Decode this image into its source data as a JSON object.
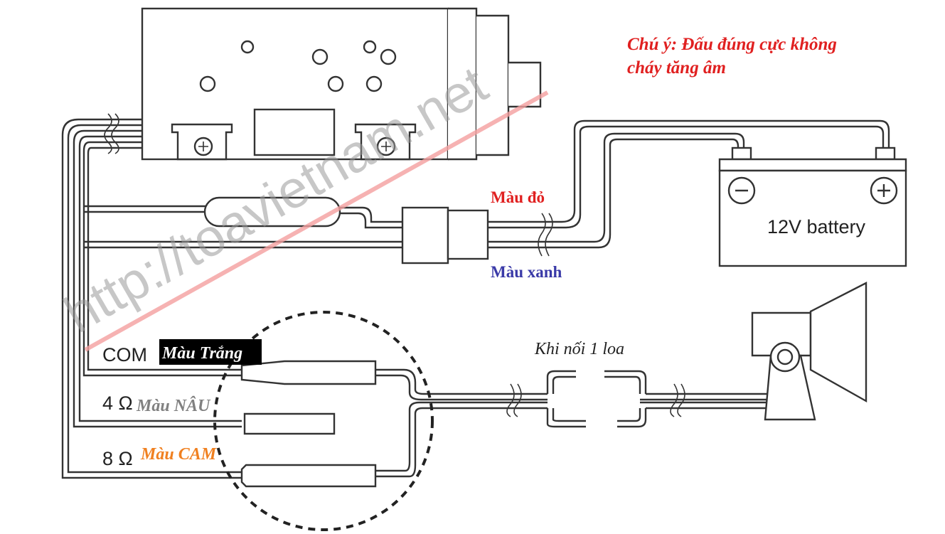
{
  "note": {
    "line1": "Chú ý: Đấu đúng cực không",
    "line2": "cháy tăng âm"
  },
  "battery": {
    "label": "12V battery",
    "neg_symbol": "−",
    "pos_symbol": "+"
  },
  "wire_labels": {
    "red": "Màu đỏ",
    "blue": "Màu xanh"
  },
  "terminals": {
    "com": {
      "label": "COM",
      "color_name": "Màu Trắng"
    },
    "ohm4": {
      "label": "4 Ω",
      "color_name": "Màu NÂU"
    },
    "ohm8": {
      "label": "8 Ω",
      "color_name": "Màu CAM"
    }
  },
  "speaker_label": "Khi nối 1 loa",
  "watermark": "http://toavietnam.net",
  "colors": {
    "note": "#e02020",
    "red_label": "#e02020",
    "blue_label": "#3a3aa8",
    "white_label_bg": "#000000",
    "white_label_fg": "#ffffff",
    "brown_label": "#808080",
    "orange_label": "#f08020",
    "watermark": "#9a9a9a",
    "watermark_line": "#f4a0a0"
  }
}
